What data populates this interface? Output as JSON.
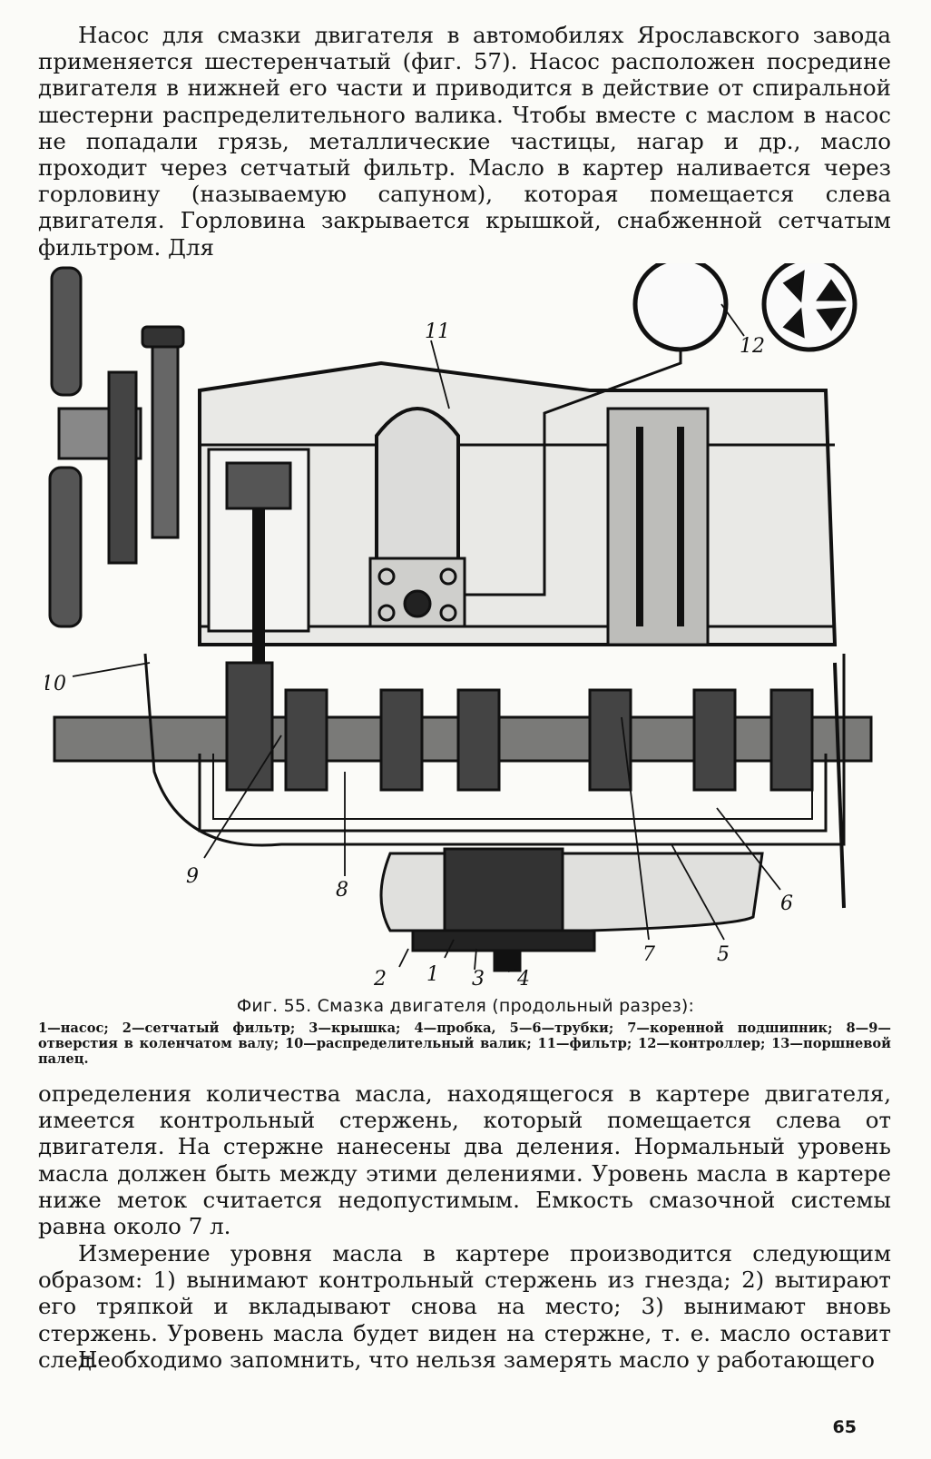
{
  "paragraphs": {
    "p1": "Насос для смазки двигателя в автомобилях Ярославского завода применяется шестеренчатый (фиг. 57). Насос расположен посредине двигателя в нижней его части и приводится в действие от спиральной шестерни распределительного валика. Чтобы вместе с маслом в насос не попадали грязь, металлические частицы, нагар и др., масло проходит через сетчатый фильтр. Масло в картер наливается через горловину (называемую сапуном), которая помещается слева двигателя. Горловина закрывается крышкой, снабженной сетчатым фильтром. Для",
    "p2": "определения количества масла, находящегося в картере двигателя, имеется контрольный стержень, который помещается слева от двигателя. На стержне нанесены два деления. Нормальный уровень масла должен быть между этими делениями. Уровень масла в картере ниже меток считается недопустимым. Емкость смазочной системы равна около 7 л.",
    "p3": "Измерение уровня масла в картере производится следующим образом: 1) вынимают контрольный стержень из гнезда; 2) вытирают его тряпкой и вкладывают снова на место; 3) вынимают вновь стержень. Уровень масла будет виден на стержне, т. е. масло оставит след.",
    "p4": "Необходимо запомнить, что нельзя замерять масло у работающего"
  },
  "figure": {
    "caption_title": "Фиг. 55. Смазка двигателя (продольный разрез):",
    "caption_legend": "1—насос; 2—сетчатый фильтр; 3—крышка; 4—пробка, 5—6—трубки; 7—коренной подшипник; 8—9—отверстия в коленчатом валу; 10—распределительный валик; 11—фильтр; 12—контроллер; 13—поршневой палец.",
    "labels": {
      "l1": "1",
      "l2": "2",
      "l3": "3",
      "l4": "4",
      "l5": "5",
      "l6": "6",
      "l7": "7",
      "l8": "8",
      "l9": "9",
      "l10": "10",
      "l11": "11",
      "l12": "12"
    }
  },
  "page_number": "65"
}
